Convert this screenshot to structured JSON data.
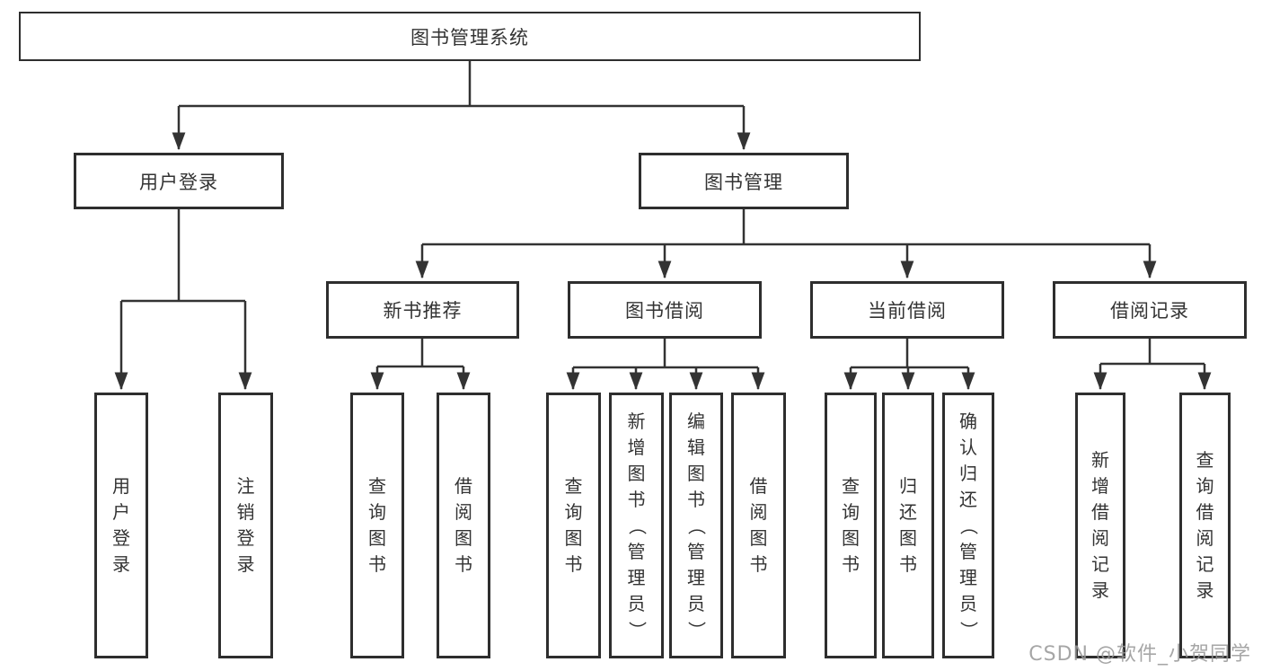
{
  "tree": {
    "root": "图书管理系统",
    "children": [
      {
        "label": "用户登录",
        "children": [
          "用户登录",
          "注销登录"
        ]
      },
      {
        "label": "图书管理",
        "children": [
          {
            "label": "新书推荐",
            "children": [
              "查询图书",
              "借阅图书"
            ]
          },
          {
            "label": "图书借阅",
            "children": [
              "查询图书",
              "新增图书（管理员）",
              "编辑图书（管理员）",
              "借阅图书"
            ]
          },
          {
            "label": "当前借阅",
            "children": [
              "查询图书",
              "归还图书",
              "确认归还（管理员）"
            ]
          },
          {
            "label": "借阅记录",
            "children": [
              "新增借阅记录",
              "查询借阅记录"
            ]
          }
        ]
      }
    ]
  },
  "watermark": {
    "text": "CSDN @软件_小贺同学"
  },
  "colors": {
    "line": "#333333",
    "box_border": "#2e2e2e",
    "text": "#333333",
    "watermark": "#969696",
    "background": "#ffffff"
  }
}
